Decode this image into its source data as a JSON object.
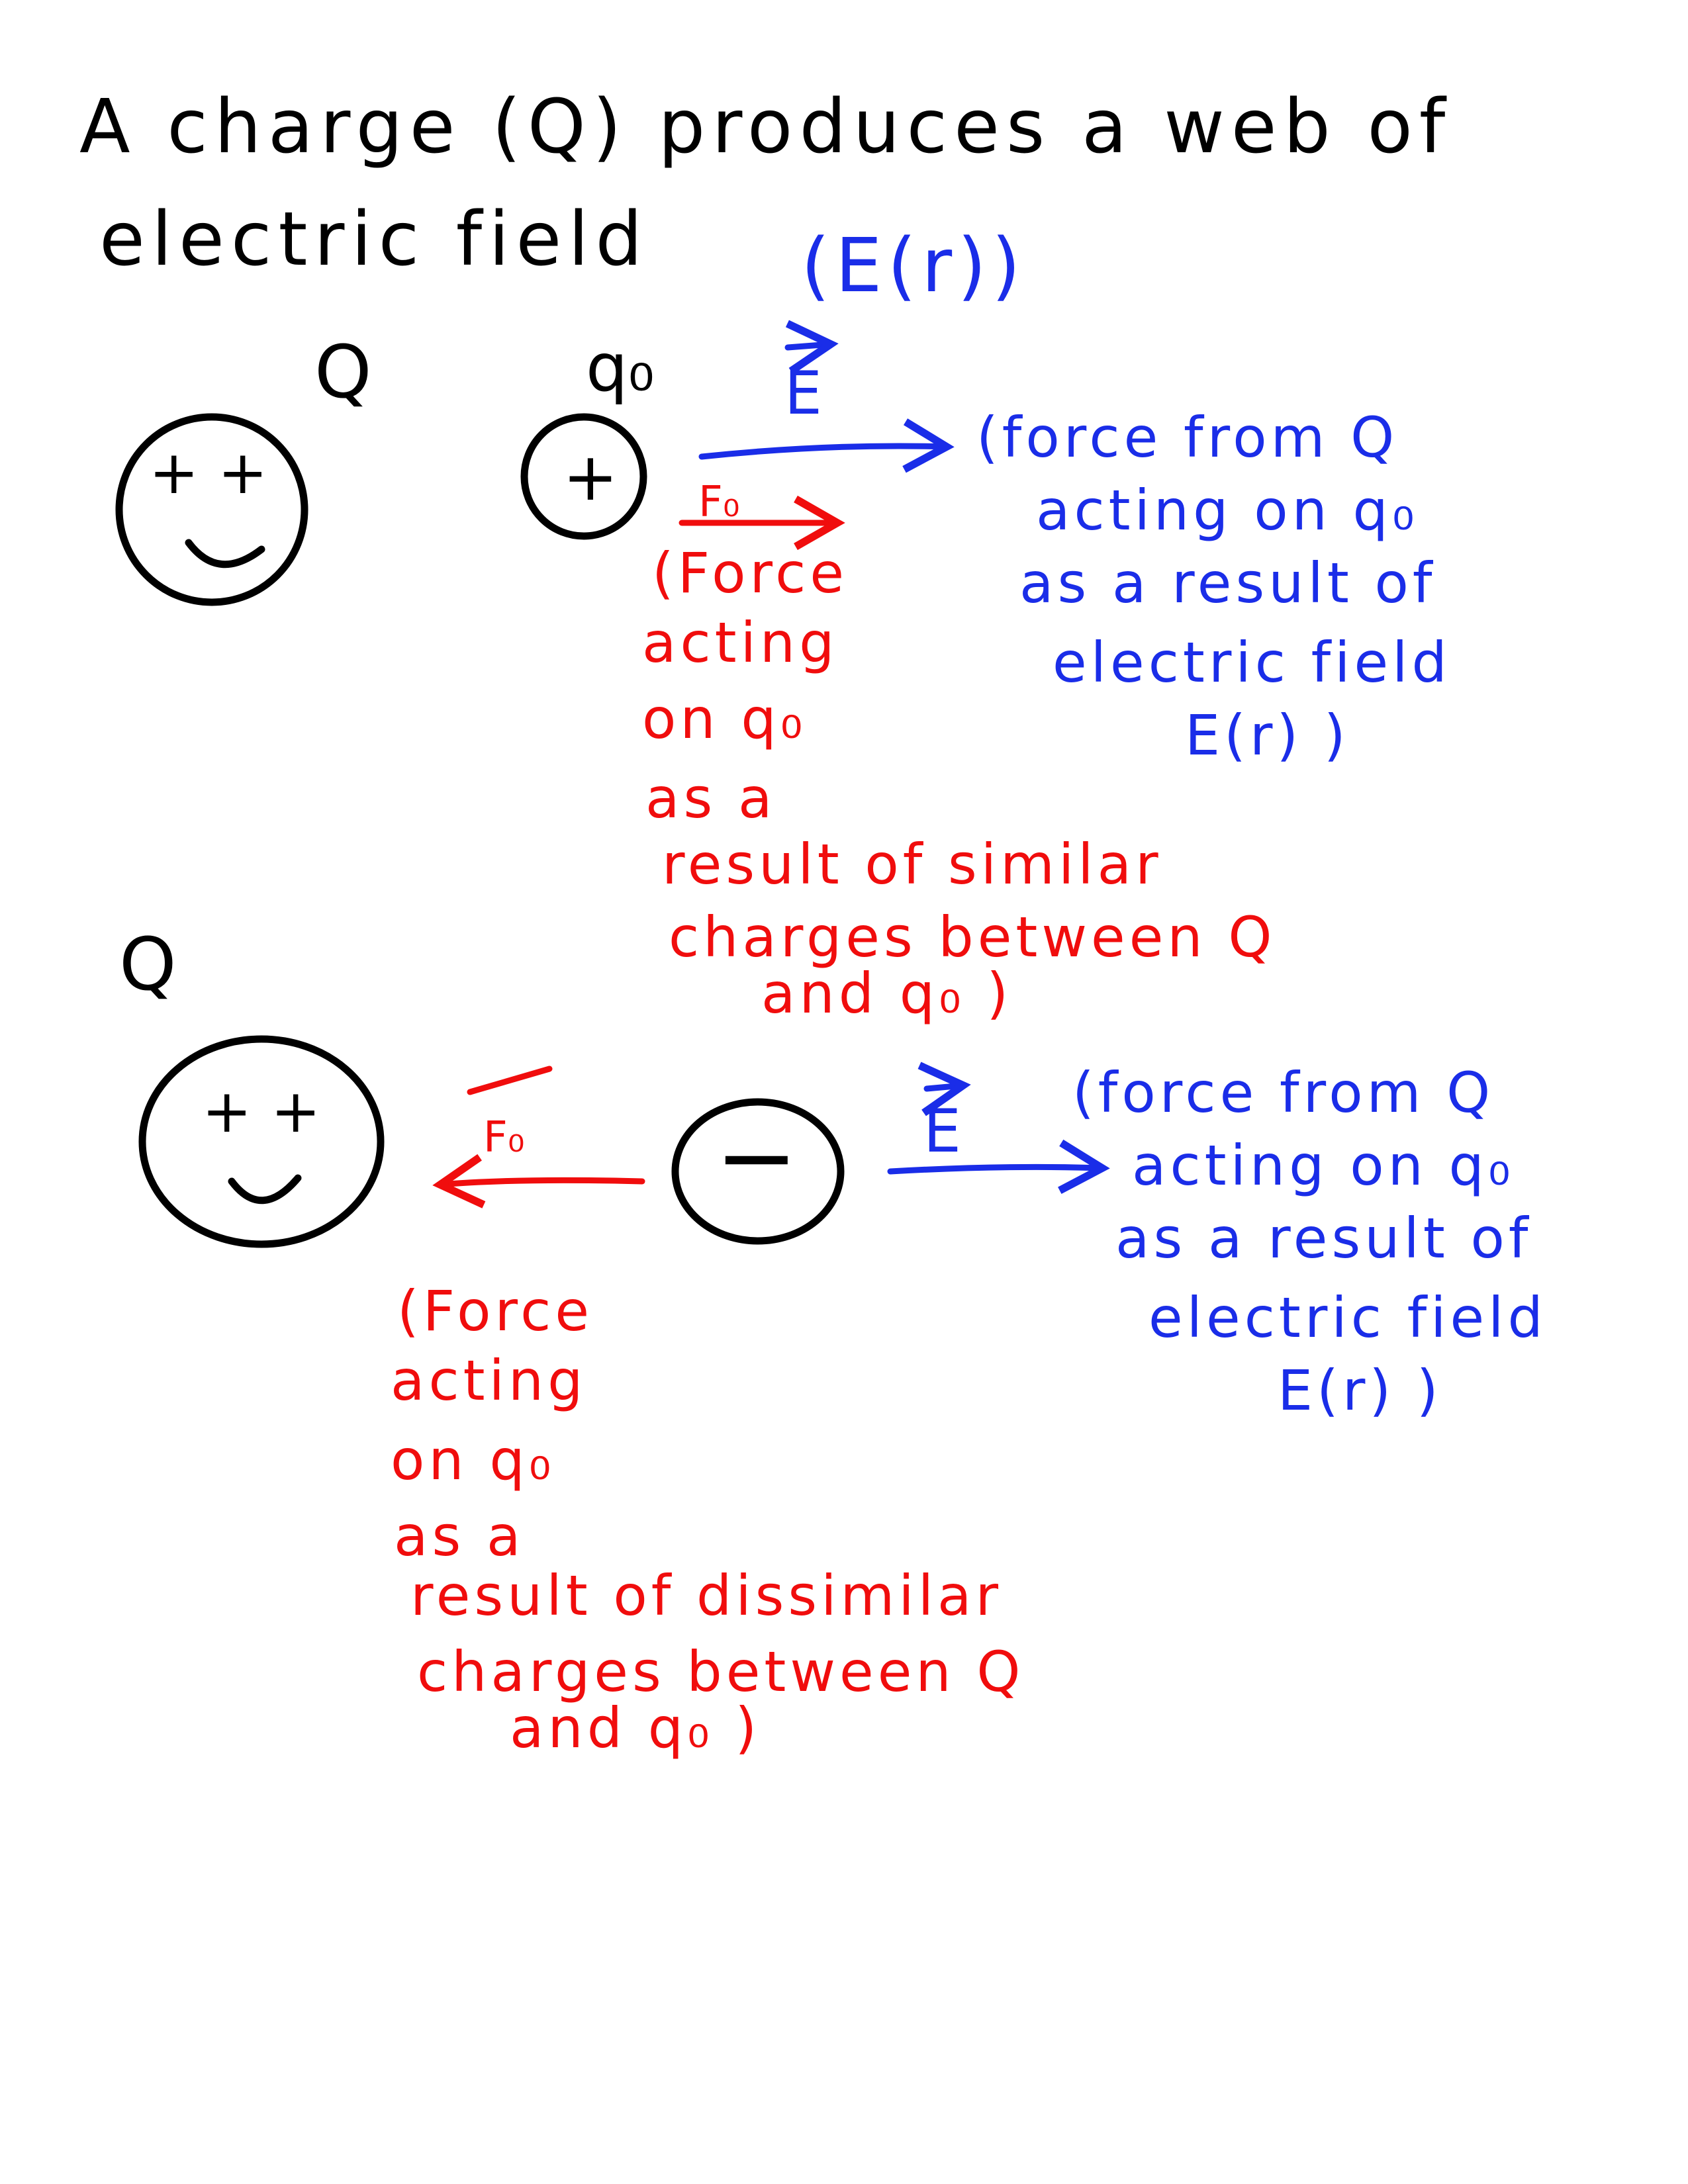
{
  "colors": {
    "black_ink": "#000000",
    "blue_ink": "#1a2de8",
    "red_ink": "#f00d0d"
  },
  "title": {
    "line1": "A charge (Q) produces a web of",
    "line2": "electric field",
    "field_label": "(E(r))"
  },
  "diagram_similar": {
    "source_label": "Q",
    "source_signs": "+ +",
    "test_charge_label": "q₀",
    "test_charge_sign": "+",
    "field_vector_label": "E",
    "force_vector_label": "F₀",
    "field_note": [
      "(force from Q",
      "acting on q₀",
      "as a result of",
      "electric field",
      "E(r) )"
    ],
    "force_note": [
      "(Force",
      "acting",
      "on q₀",
      "as a",
      "result of similar",
      "charges between Q",
      "and q₀ )"
    ]
  },
  "diagram_dissimilar": {
    "source_label": "Q",
    "source_signs": "+ +",
    "test_charge_sign": "−",
    "field_vector_label": "E",
    "force_vector_label": "F₀",
    "field_note": [
      "(force from Q",
      "acting on q₀",
      "as a result of",
      "electric field",
      "E(r) )"
    ],
    "force_note": [
      "(Force",
      "acting",
      "on q₀",
      "as a",
      "result of dissimilar",
      "charges between Q",
      "and q₀ )"
    ]
  }
}
